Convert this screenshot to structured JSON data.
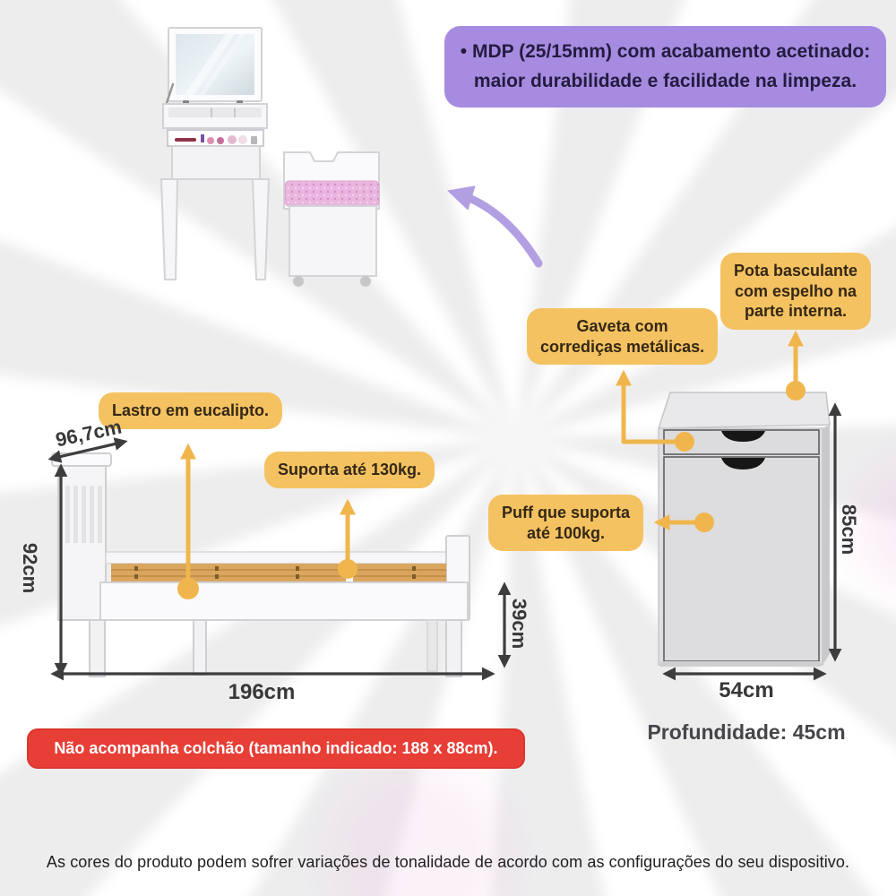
{
  "banner": {
    "line1": "• MDP (25/15mm) com acabamento acetinado:",
    "line2": "maior durabilidade e facilidade na limpeza."
  },
  "callouts": {
    "flip_top": "Pota basculante\ncom espelho na\nparte interna.",
    "drawer": "Gaveta com\ncorrediças metálicas.",
    "slats": "Lastro em eucalipto.",
    "bed_weight": "Suporta até 130kg.",
    "puff_weight": "Puff que suporta\naté 100kg."
  },
  "dimensions": {
    "bed": {
      "headboard_width": "96,7cm",
      "height": "92cm",
      "leg_height": "39cm",
      "length": "196cm"
    },
    "dresser": {
      "height": "85cm",
      "width": "54cm",
      "depth": "Profundidade: 45cm"
    }
  },
  "notice": "Não acompanha colchão (tamanho indicado: 188 x 88cm).",
  "footer": "As cores do produto podem sofrer variações de tonalidade de acordo com as configurações do seu dispositivo.",
  "icons": {
    "curved_arrow": "curved-arrow-pointing-to-vanity",
    "dimension_arrows": "double-headed-measure-arrows",
    "callout_pointers": "yellow-dot-leader-arrows"
  },
  "colors": {
    "accent_yellow": "#f5c262",
    "pointer_yellow": "#f0b64d",
    "accent_purple": "#a78be1",
    "arrow_purple": "#b29fe2",
    "notice_red": "#e73e36",
    "measure_dark": "#3d3d40",
    "wood_tan": "#d9a55f",
    "cushion_pink": "#eab5de"
  }
}
